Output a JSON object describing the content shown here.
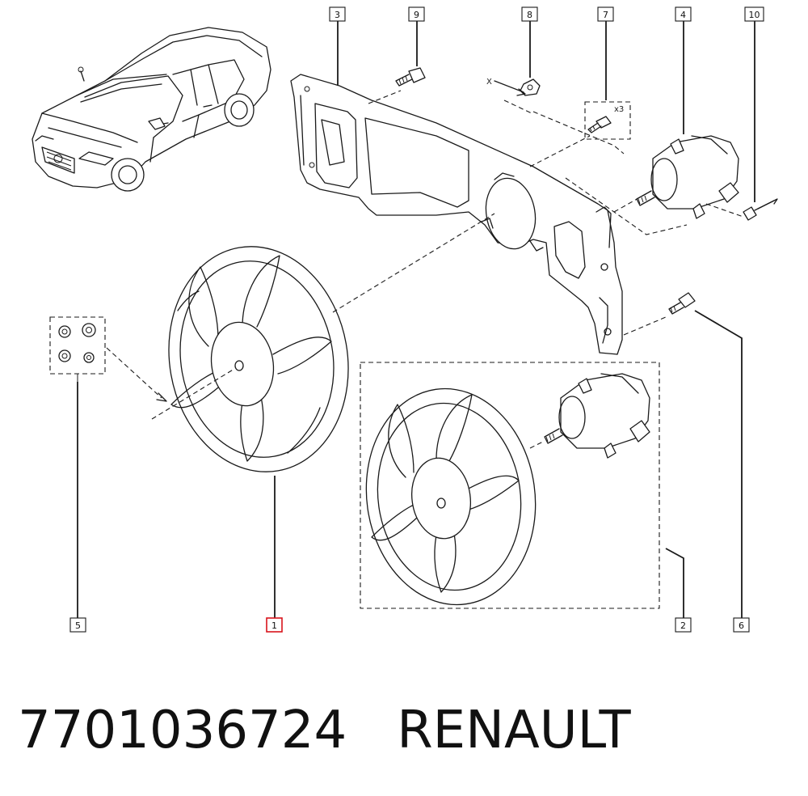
{
  "callouts": {
    "c1": "1",
    "c2": "2",
    "c3": "3",
    "c4": "4",
    "c5": "5",
    "c6": "6",
    "c7": "7",
    "c8": "8",
    "c9": "9",
    "c10": "10"
  },
  "annotations": {
    "qty": "x3",
    "axis_mark": "X"
  },
  "footer": {
    "part_number": "7701036724",
    "brand": "RENAULT"
  },
  "colors": {
    "line": "#1a1a1a",
    "highlight": "#d9141c"
  }
}
